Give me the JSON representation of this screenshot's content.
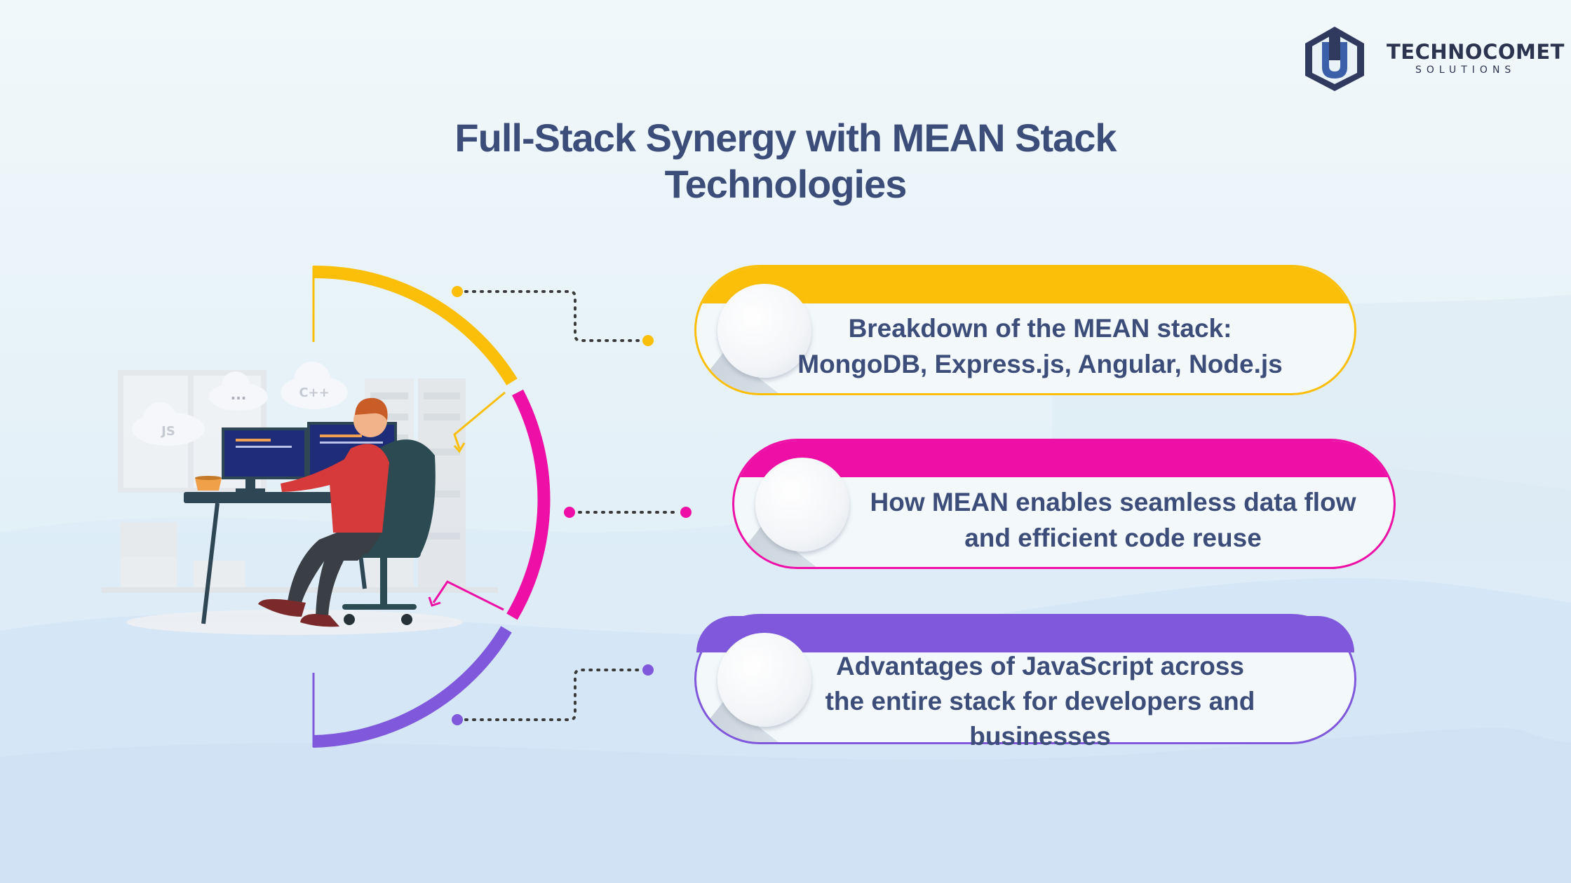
{
  "brand": {
    "name": "TECHNOCOMET",
    "tagline": "SOLUTIONS"
  },
  "title": "Full-Stack Synergy with MEAN Stack Technologies",
  "illustration": {
    "cloud_labels": [
      "JS",
      "C++",
      "..."
    ]
  },
  "colors": {
    "yellow": "#fbbf0a",
    "magenta": "#ee0fa6",
    "purple": "#7f58db",
    "title": "#3c4d7a"
  },
  "items": [
    {
      "color": "yellow",
      "text": "Breakdown of the MEAN stack: MongoDB, Express.js, Angular, Node.js"
    },
    {
      "color": "magenta",
      "text": "How MEAN enables seamless data flow and efficient code reuse"
    },
    {
      "color": "purple",
      "text": "Advantages of JavaScript across the entire stack for developers and businesses"
    }
  ]
}
